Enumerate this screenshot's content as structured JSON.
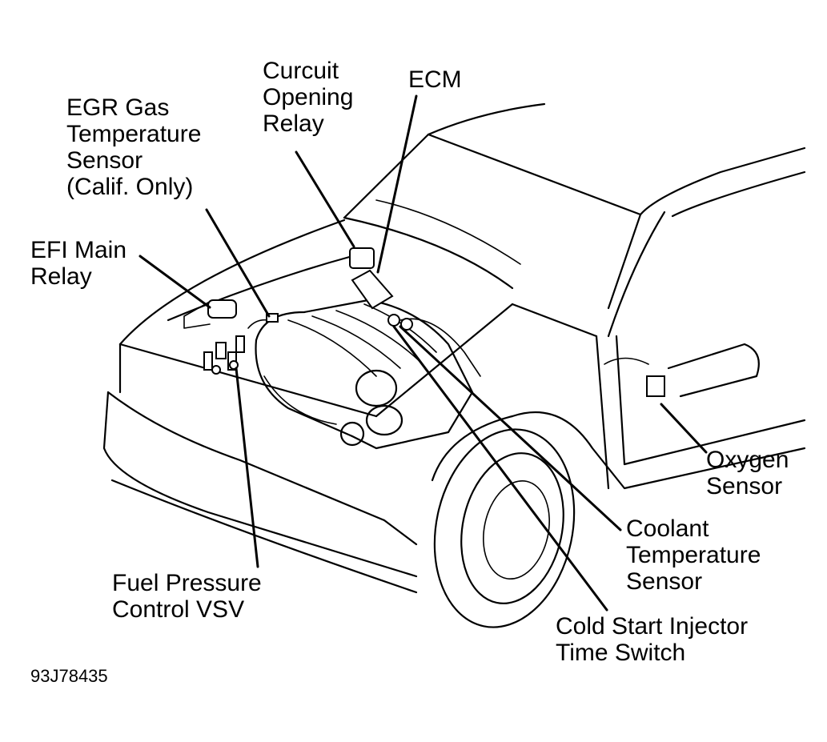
{
  "figure_id": "93J78435",
  "labels": {
    "curcuit_opening_relay": [
      "Curcuit",
      "Opening",
      "Relay"
    ],
    "ecm": [
      "ECM"
    ],
    "egr_gas_temp_sensor": [
      "EGR Gas",
      "Temperature",
      "Sensor",
      "(Calif. Only)"
    ],
    "efi_main_relay": [
      "EFI Main",
      "Relay"
    ],
    "oxygen_sensor": [
      "Oxygen",
      "Sensor"
    ],
    "coolant_temp_sensor": [
      "Coolant",
      "Temperature",
      "Sensor"
    ],
    "cold_start_injector": [
      "Cold Start Injector",
      "Time Switch"
    ],
    "fuel_pressure_vsv": [
      "Fuel Pressure",
      "Control VSV"
    ]
  }
}
